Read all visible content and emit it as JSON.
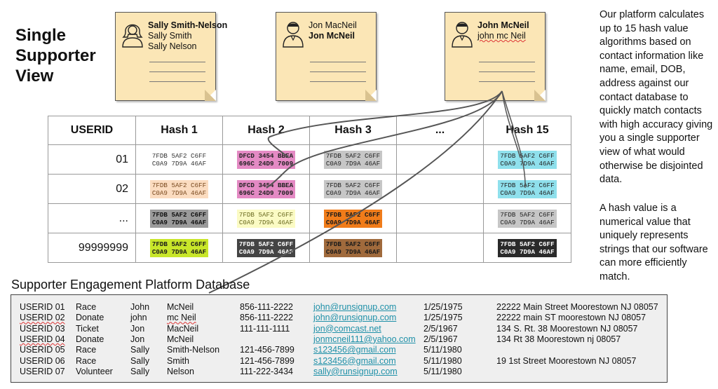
{
  "title_lines": [
    "Single",
    "Supporter",
    "View"
  ],
  "notes": [
    {
      "lines": [
        "Sally Smith-Nelson",
        "Sally Smith",
        "Sally Nelson"
      ],
      "bold": [
        0
      ],
      "avatar": "female-person-icon"
    },
    {
      "lines": [
        "Jon MacNeil",
        "Jon McNeil"
      ],
      "bold": [
        1
      ],
      "avatar": "male-person-icon"
    },
    {
      "lines": [
        "John McNeil",
        "john mc Neil"
      ],
      "bold": [
        0
      ],
      "avatar": "male-person-icon"
    }
  ],
  "side_text": {
    "para1": "Our platform calculates up to 15 hash value algorithms based on contact information like name, email, DOB, address  against our contact database to quickly match contacts with high accuracy giving you a single supporter view of what would otherwise be disjointed data.",
    "para2": "A hash value is a numerical value that uniquely represents strings that our software can more efficiently match."
  },
  "hash_table": {
    "headers": [
      "USERID",
      "Hash 1",
      "Hash 2",
      "Hash 3",
      "...",
      "Hash 15"
    ],
    "rows": [
      {
        "userid": "01",
        "cells": [
          {
            "l1": "7FDB 5AF2 C6FF",
            "l2": "C0A9 7D9A 46AF",
            "bg": "#ffffff",
            "fg": "#333333",
            "bold": false
          },
          {
            "l1": "DFCD 3454 BBEA",
            "l2": "696C 24D9 7009",
            "bg": "#e48ac4",
            "fg": "#222222",
            "bold": true
          },
          {
            "l1": "7FDB 5AF2 C6FF",
            "l2": "C0A9 7D9A 46AF",
            "bg": "#c6c6c6",
            "fg": "#222222",
            "bold": false
          },
          null,
          {
            "l1": "7FDB 5AF2 C6FF",
            "l2": "C0A9 7D9A 46AF",
            "bg": "#8fe0ec",
            "fg": "#222222",
            "bold": false
          }
        ]
      },
      {
        "userid": "02",
        "cells": [
          {
            "l1": "7FDB 5AF2 C6FF",
            "l2": "C0A9 7D9A 46AF",
            "bg": "#fbdcc0",
            "fg": "#7a4a20",
            "bold": false
          },
          {
            "l1": "DFCD 3454 BBEA",
            "l2": "696C 24D9 7009",
            "bg": "#e48ac4",
            "fg": "#222222",
            "bold": true
          },
          {
            "l1": "7FDB 5AF2 C6FF",
            "l2": "C0A9 7D9A 46AF",
            "bg": "#c6c6c6",
            "fg": "#222222",
            "bold": false
          },
          null,
          {
            "l1": "7FDB 5AF2 C6FF",
            "l2": "C0A9 7D9A 46AF",
            "bg": "#8fe0ec",
            "fg": "#222222",
            "bold": false
          }
        ]
      },
      {
        "userid": "...",
        "cells": [
          {
            "l1": "7FDB 5AF2 C6FF",
            "l2": "C0A9 7D9A 46AF",
            "bg": "#9a9a9a",
            "fg": "#111111",
            "bold": true
          },
          {
            "l1": "7FDB 5AF2 C6FF",
            "l2": "C0A9 7D9A 46AF",
            "bg": "#fbfbc4",
            "fg": "#6a6a20",
            "bold": false
          },
          {
            "l1": "7FDB 5AF2 C6FF",
            "l2": "C0A9 7D9A 46AF",
            "bg": "#f07c1a",
            "fg": "#1a1a1a",
            "bold": true
          },
          null,
          {
            "l1": "7FDB 5AF2 C6FF",
            "l2": "C0A9 7D9A 46AF",
            "bg": "#c6c6c6",
            "fg": "#222222",
            "bold": false
          }
        ]
      },
      {
        "userid": "99999999",
        "cells": [
          {
            "l1": "7FDB 5AF2 C6FF",
            "l2": "C0A9 7D9A 46AF",
            "bg": "#c8e62a",
            "fg": "#1a1a1a",
            "bold": true
          },
          {
            "l1": "7FDB 5AF2 C6FF",
            "l2": "C0A9 7D9A 46AF",
            "bg": "#444444",
            "fg": "#ffffff",
            "bold": true
          },
          {
            "l1": "7FDB 5AF2 C6FF",
            "l2": "C0A9 7D9A 46AF",
            "bg": "#a06a3c",
            "fg": "#1a1a1a",
            "bold": true
          },
          null,
          {
            "l1": "7FDB 5AF2 C6FF",
            "l2": "C0A9 7D9A 46AF",
            "bg": "#2a2a2a",
            "fg": "#ffffff",
            "bold": true
          }
        ]
      }
    ]
  },
  "db_title": "Supporter Engagement Platform Database",
  "db_rows": [
    {
      "id": "USERID 01",
      "type": "Race",
      "first": "John",
      "last": "McNeil",
      "phone": "856-111-2222",
      "email": "john@runsignup.com",
      "dob": "1/25/1975",
      "addr": "22222 Main Street Moorestown NJ 08057"
    },
    {
      "id": "USERID 02",
      "type": "Donate",
      "first": "john",
      "last": "mc Neil",
      "phone": "856-111-2222",
      "email": "john@runsignup.com",
      "dob": "1/25/1975",
      "addr": "22222 main ST moorestown NJ 08057"
    },
    {
      "id": "USERID 03",
      "type": "Ticket",
      "first": "Jon",
      "last": "MacNeil",
      "phone": "111-111-1111",
      "email": "jon@comcast.net",
      "dob": "2/5/1967",
      "addr": "134 S. Rt. 38 Moorestown NJ 08057"
    },
    {
      "id": "USERID 04",
      "type": "Donate",
      "first": "Jon",
      "last": "McNeil",
      "phone": "",
      "email": "jonmcneil111@yahoo.com",
      "dob": "2/5/1967",
      "addr": "134 Rt 38 Moorestown nj 08057"
    },
    {
      "id": "USERID 05",
      "type": "Race",
      "first": "Sally",
      "last": "Smith-Nelson",
      "phone": "121-456-7899",
      "email": "s123456@gmail.com",
      "dob": "5/11/1980",
      "addr": ""
    },
    {
      "id": "USERID 06",
      "type": "Race",
      "first": "Sally",
      "last": "Smith",
      "phone": "121-456-7899",
      "email": "s123456@gmail.com",
      "dob": "5/11/1980",
      "addr": "19 1st Street Moorestown NJ 08057"
    },
    {
      "id": "USERID 07",
      "type": "Volunteer",
      "first": "Sally",
      "last": "Nelson",
      "phone": "111-222-3434",
      "email": "sally@runsignup.com",
      "dob": "5/11/1980",
      "addr": ""
    }
  ]
}
